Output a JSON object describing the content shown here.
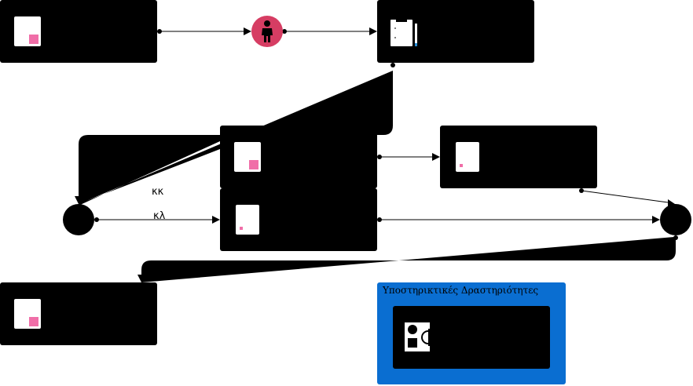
{
  "diagram": {
    "colors": {
      "node_fill": "#000000",
      "icon_fill": "#ffffff",
      "icon_accent": "#f06ea8",
      "start_event_fill": "#d63d63",
      "group_fill": "#0a6ed1",
      "edge": "#000000"
    },
    "edge_labels": {
      "upper": "κκ",
      "lower": "κλ"
    },
    "group": {
      "title": "Υποστηρικτικές Δραστηριότητες"
    },
    "icons": {
      "start_event": "person-icon",
      "review_task": "clipboard-icon",
      "task": "document-icon",
      "support_task": "shapes-icon"
    }
  }
}
